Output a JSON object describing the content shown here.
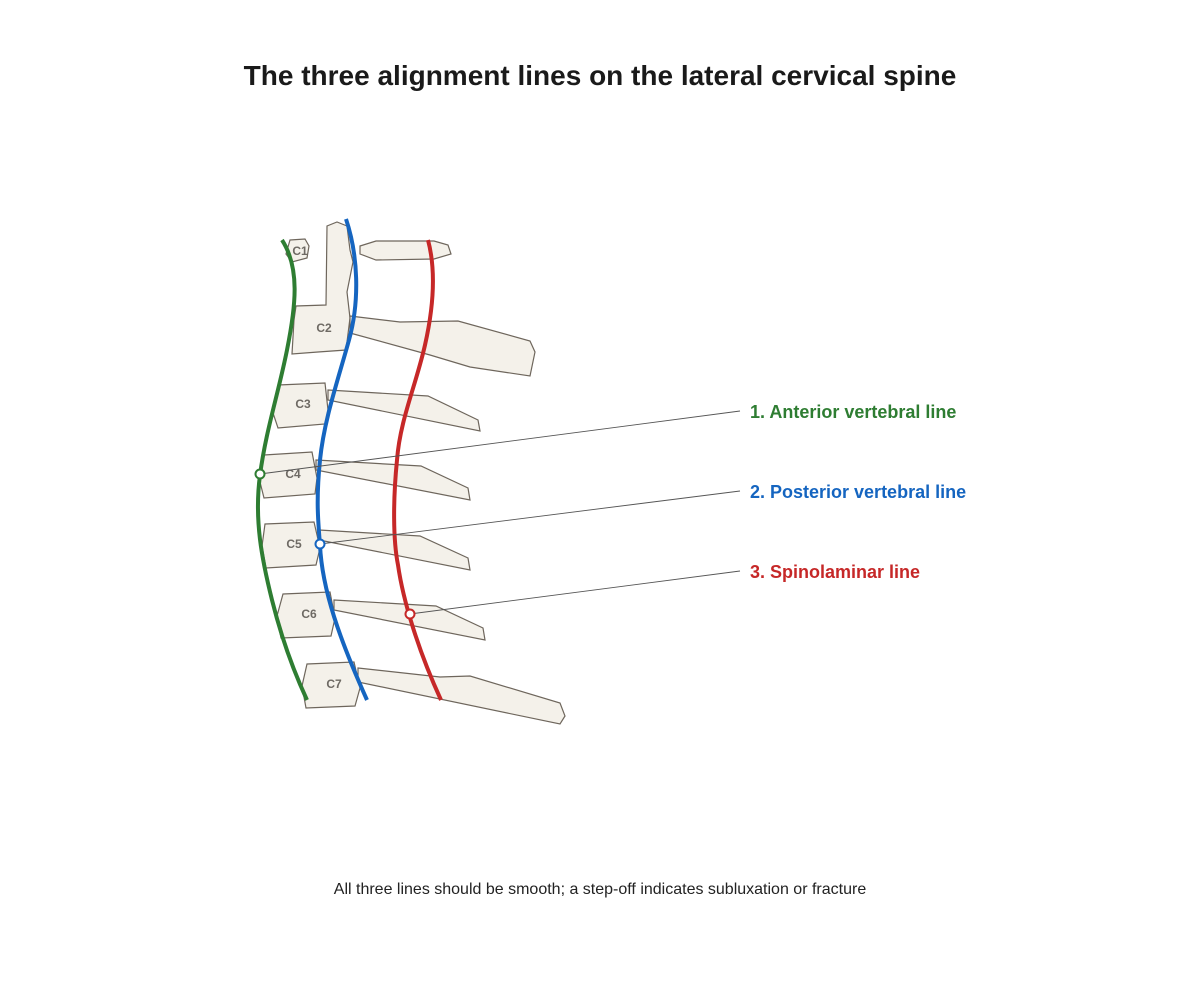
{
  "title": "The three alignment lines on the lateral cervical spine",
  "caption": "All three lines should be smooth; a step-off indicates subluxation or fracture",
  "vertebrae": [
    "C1",
    "C2",
    "C3",
    "C4",
    "C5",
    "C6",
    "C7"
  ],
  "lines": [
    {
      "id": "anterior",
      "label": "1. Anterior vertebral line",
      "color": "#2e7d32"
    },
    {
      "id": "posterior",
      "label": "2. Posterior vertebral line",
      "color": "#1565c0"
    },
    {
      "id": "spinolaminar",
      "label": "3. Spinolaminar line",
      "color": "#c62828"
    }
  ],
  "colors": {
    "bone_fill": "#f4f1ea",
    "bone_stroke": "#6e665c",
    "leader": "#555555"
  }
}
